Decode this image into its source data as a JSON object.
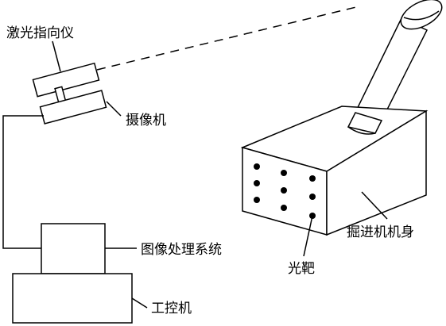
{
  "labels": {
    "laser": "激光指向仪",
    "camera": "摄像机",
    "image_processing": "图像处理系统",
    "industrial_pc": "工控机",
    "light_target": "光靶",
    "machine_body": "掘进机机身"
  },
  "target_spots": {
    "rows": 3,
    "columns": 3,
    "count": 9
  }
}
